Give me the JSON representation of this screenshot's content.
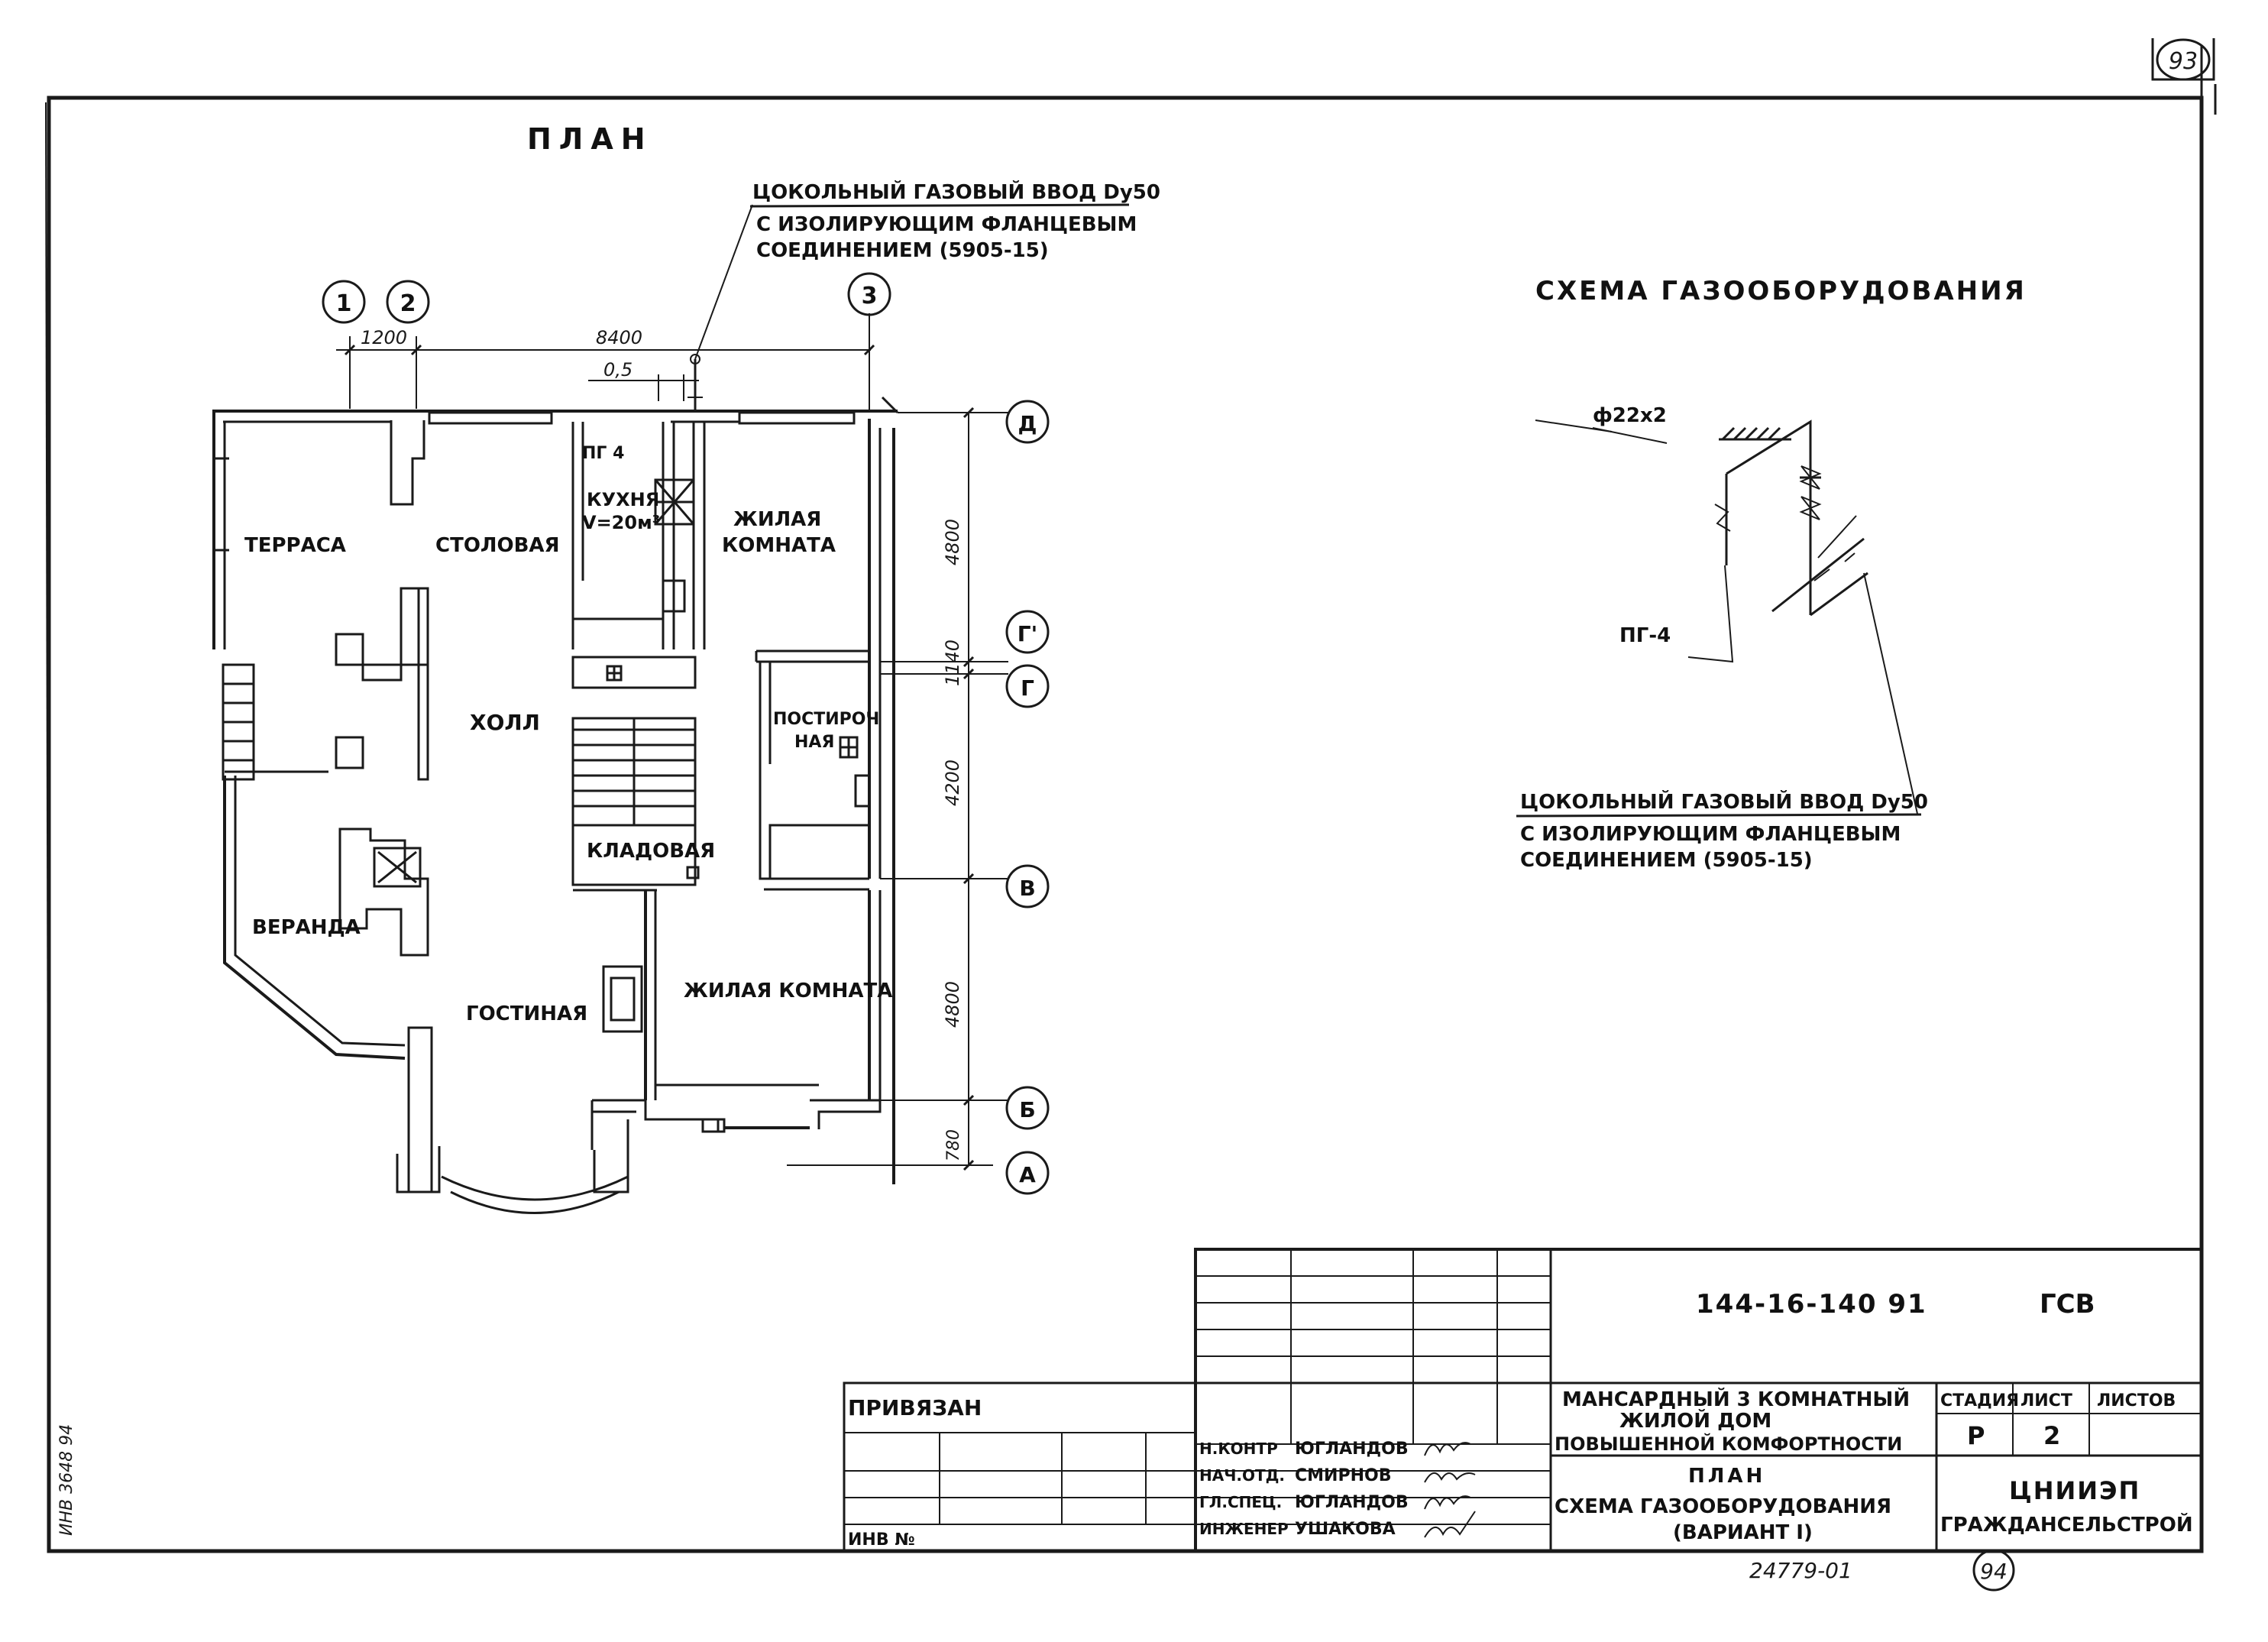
{
  "sheet": {
    "corner_number": "93",
    "stamp_number": "94",
    "archive_number": "24779-01",
    "side_number": "ИНВ 3648 94"
  },
  "plan": {
    "title": "ПЛАН",
    "gas_inlet_note": {
      "line1": "ЦОКОЛЬНЫЙ ГАЗОВЫЙ ВВОД Dу50",
      "line2": "С ИЗОЛИРУЮЩИМ ФЛАНЦЕВЫМ",
      "line3": "СОЕДИНЕНИЕМ (5905-15)"
    },
    "axes": {
      "col_1": "1",
      "col_2": "2",
      "col_3": "3",
      "row_d": "Д",
      "row_g1": "Г'",
      "row_g": "Г",
      "row_v": "В",
      "row_b": "Б",
      "row_a": "А"
    },
    "dimensions": {
      "d_1200": "1200",
      "d_8400": "8400",
      "d_05": "0,5",
      "d_4800a": "4800",
      "d_1140": "1140",
      "d_4200": "4200",
      "d_4800b": "4800",
      "d_780": "780"
    },
    "rooms": {
      "terrace": "ТЕРРАСА",
      "dining": "СТОЛОВАЯ",
      "kitchen_device": "ПГ 4",
      "kitchen": "КУХНЯ",
      "kitchen_volume": "V=20м³",
      "living1_line1": "ЖИЛАЯ",
      "living1_line2": "КОМНАТА",
      "hall": "ХОЛЛ",
      "laundry_line1": "ПОСТИРОЧ",
      "laundry_line2": "НАЯ",
      "storage": "КЛАДОВАЯ",
      "veranda": "ВЕРАНДА",
      "lounge": "ГОСТИНАЯ",
      "living2": "ЖИЛАЯ КОМНАТА"
    }
  },
  "scheme": {
    "title": "СХЕМА ГАЗООБОРУДОВАНИЯ",
    "pipe_label": "ф22х2",
    "device_label": "ПГ-4",
    "inlet_note": {
      "line1": "ЦОКОЛЬНЫЙ ГАЗОВЫЙ ВВОД Dу50",
      "line2": "С ИЗОЛИРУЮЩИМ ФЛАНЦЕВЫМ",
      "line3": "СОЕДИНЕНИЕМ (5905-15)"
    }
  },
  "title_block": {
    "doc_code": "144-16-140 91",
    "mark": "ГСВ",
    "privyazan": "ПРИВЯЗАН",
    "inv_no": "ИНВ №",
    "signatures": [
      {
        "role": "Н.КОНТР",
        "name": "ЮГЛАНДОВ"
      },
      {
        "role": "НАЧ.ОТД.",
        "name": "СМИРНОВ"
      },
      {
        "role": "ГЛ.СПЕЦ.",
        "name": "ЮГЛАНДОВ"
      },
      {
        "role": "ИНЖЕНЕР",
        "name": "УШАКОВА"
      }
    ],
    "project_line1": "МАНСАРДНЫЙ 3 КОМНАТНЫЙ",
    "project_line2": "ЖИЛОЙ ДОМ",
    "project_line3": "ПОВЫШЕННОЙ КОМФОРТНОСТИ",
    "sheet_line1": "ПЛАН",
    "sheet_line2": "СХЕМА ГАЗООБОРУДОВАНИЯ",
    "sheet_line3": "(ВАРИАНТ I)",
    "stage_header": "СТАДИЯ",
    "sheet_header": "ЛИСТ",
    "sheets_header": "ЛИСТОВ",
    "stage": "Р",
    "sheet_no": "2",
    "org_line1": "ЦНИИЭП",
    "org_line2": "ГРАЖДАНСЕЛЬСТРОЙ"
  }
}
